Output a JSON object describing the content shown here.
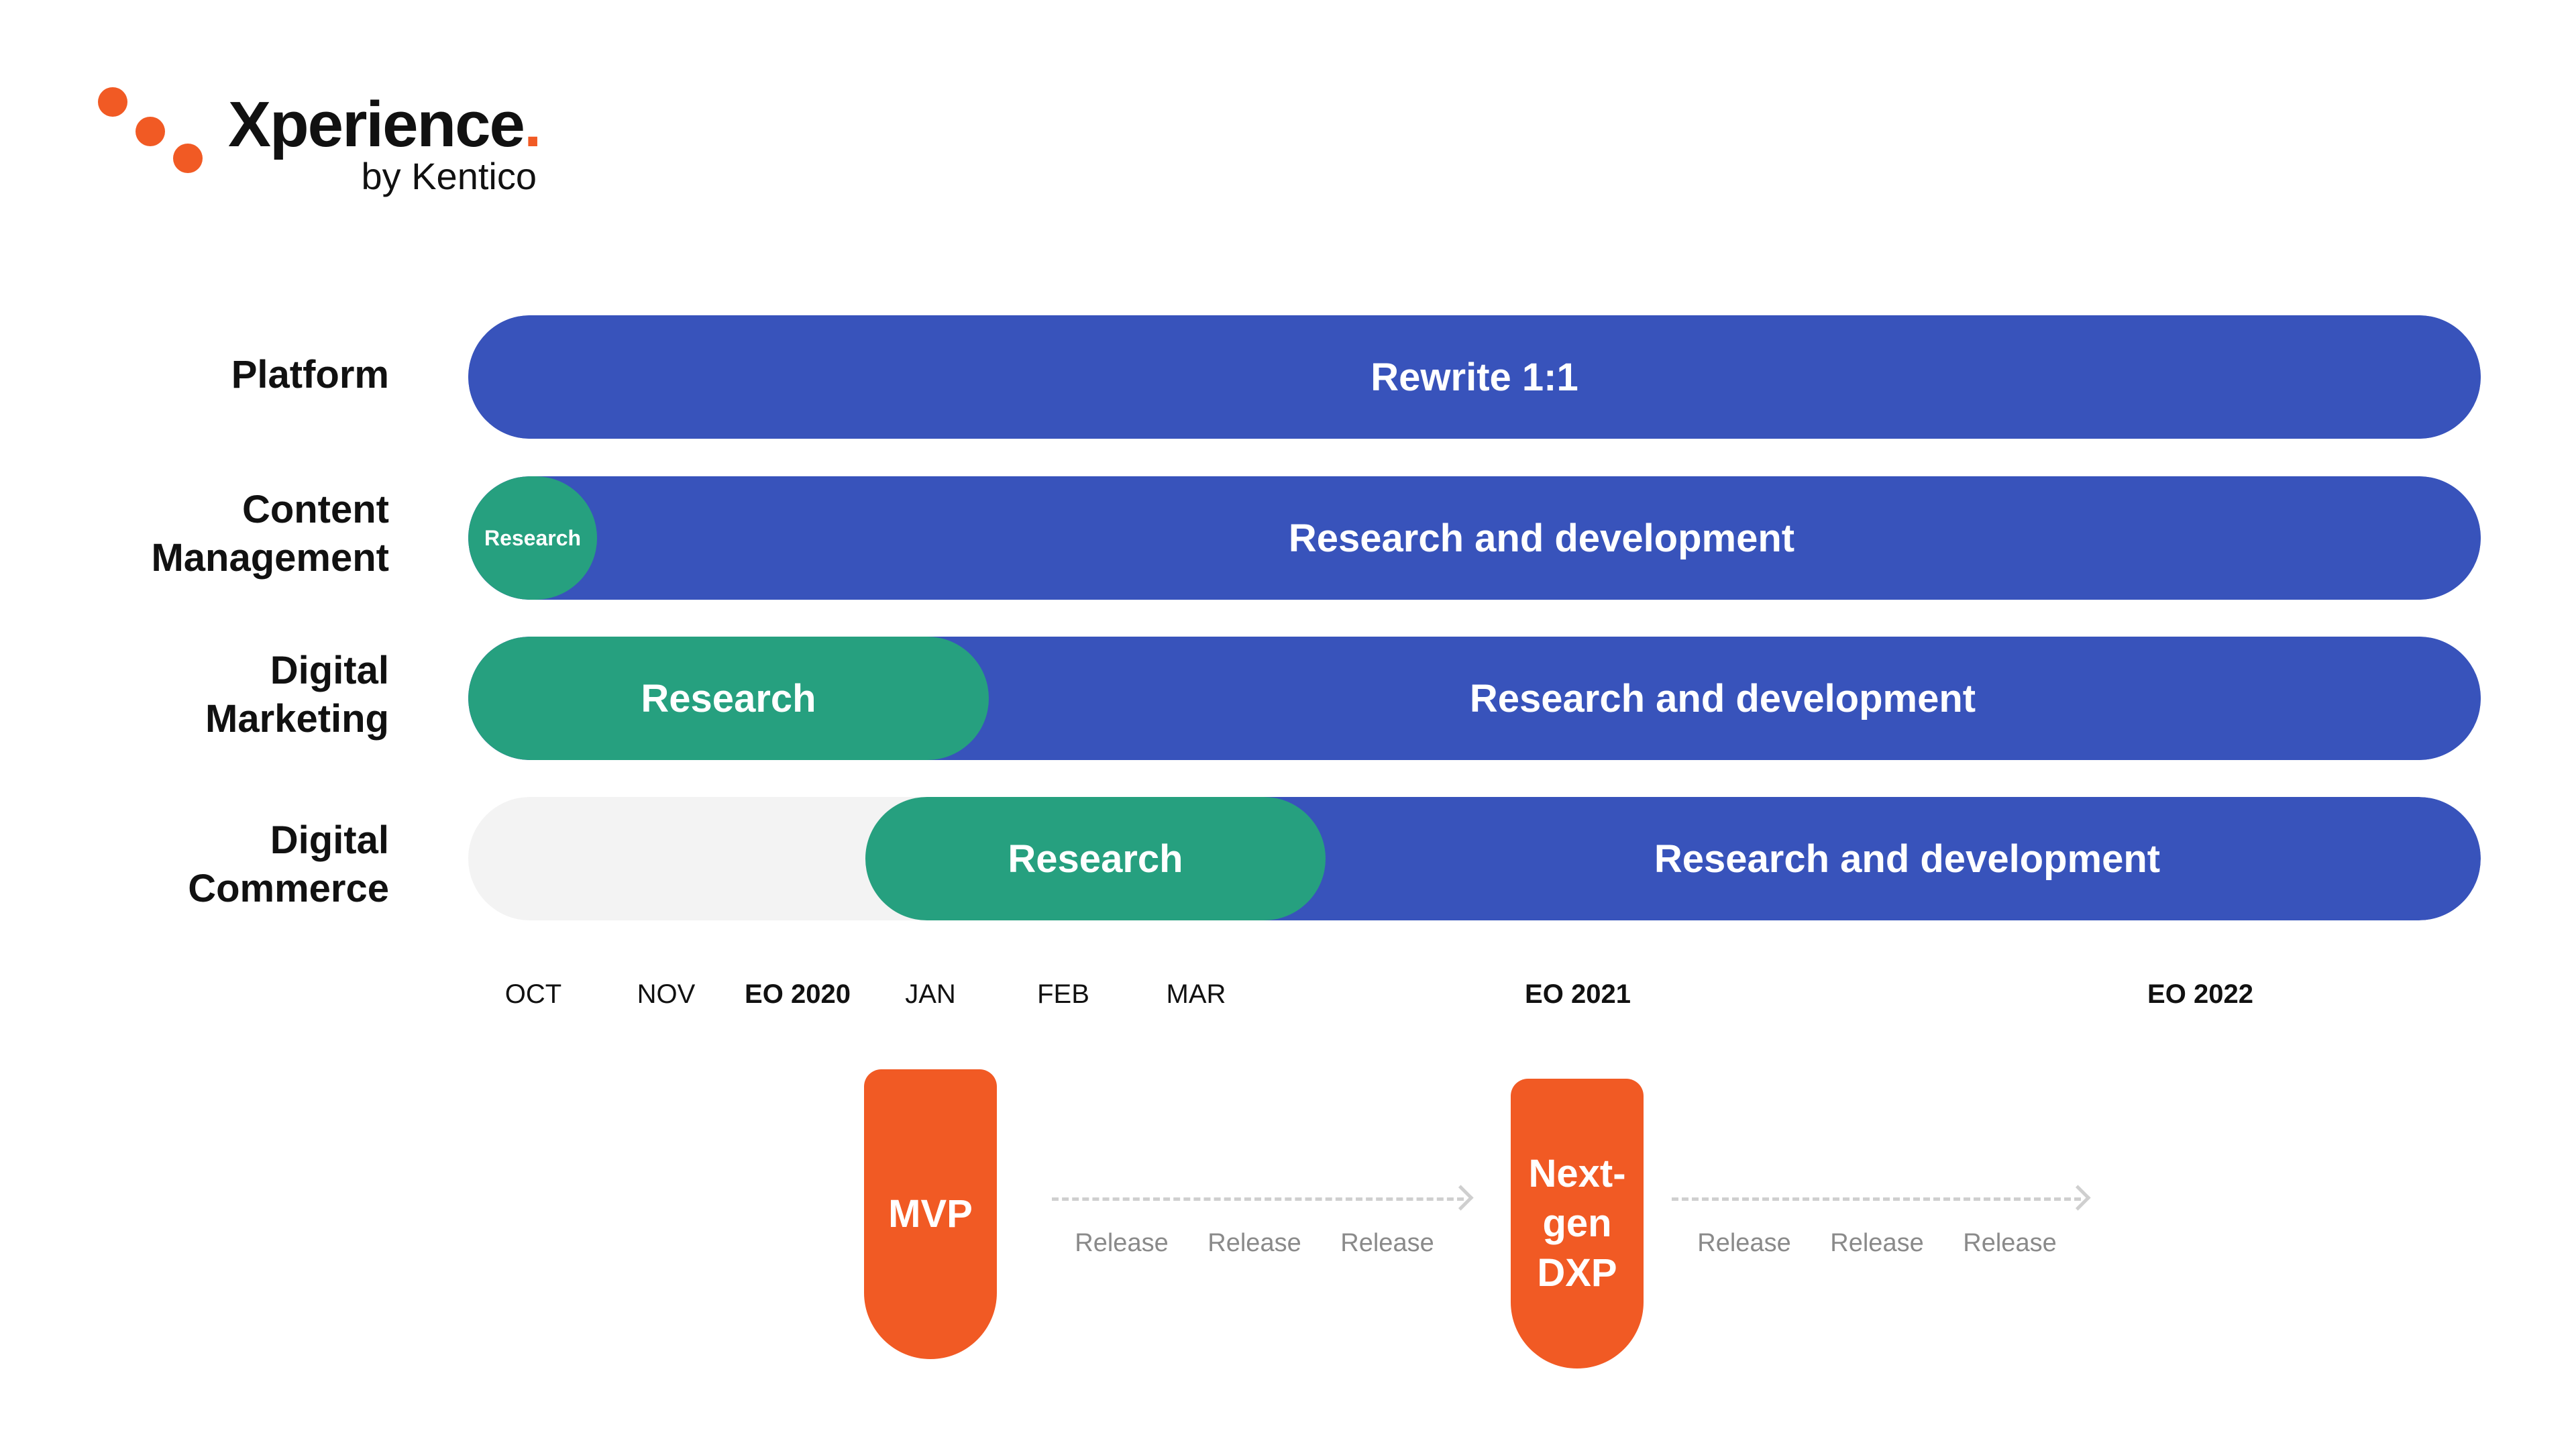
{
  "logo": {
    "wordmark": "Xperience",
    "accent_mark": ".",
    "byline": "by Kentico",
    "accent_color": "#f15a24"
  },
  "rows": [
    {
      "label": "Platform",
      "segments": [
        {
          "text": "Rewrite 1:1",
          "type": "development"
        }
      ]
    },
    {
      "label": "Content\nManagement",
      "segments": [
        {
          "text": "Research",
          "type": "research"
        },
        {
          "text": "Research and development",
          "type": "development"
        }
      ]
    },
    {
      "label": "Digital\nMarketing",
      "segments": [
        {
          "text": "Research",
          "type": "research"
        },
        {
          "text": "Research and development",
          "type": "development"
        }
      ]
    },
    {
      "label": "Digital\nCommerce",
      "segments": [
        {
          "text": "Research",
          "type": "research"
        },
        {
          "text": "Research and development",
          "type": "development"
        }
      ]
    }
  ],
  "timeline": {
    "ticks": [
      "OCT",
      "NOV",
      "EO 2020",
      "JAN",
      "FEB",
      "MAR",
      "EO 2021",
      "EO 2022"
    ],
    "bold_ticks": [
      "EO 2020",
      "EO 2021",
      "EO 2022"
    ]
  },
  "milestones": [
    {
      "label": "MVP",
      "releases": [
        "Release",
        "Release",
        "Release"
      ]
    },
    {
      "label": "Next-\ngen\nDXP",
      "releases": [
        "Release",
        "Release",
        "Release"
      ]
    }
  ],
  "colors": {
    "development": "#3853bb",
    "research": "#26a07f",
    "empty": "#f3f3f3",
    "milestone": "#f15a24",
    "release_text": "#8a8a8a"
  }
}
